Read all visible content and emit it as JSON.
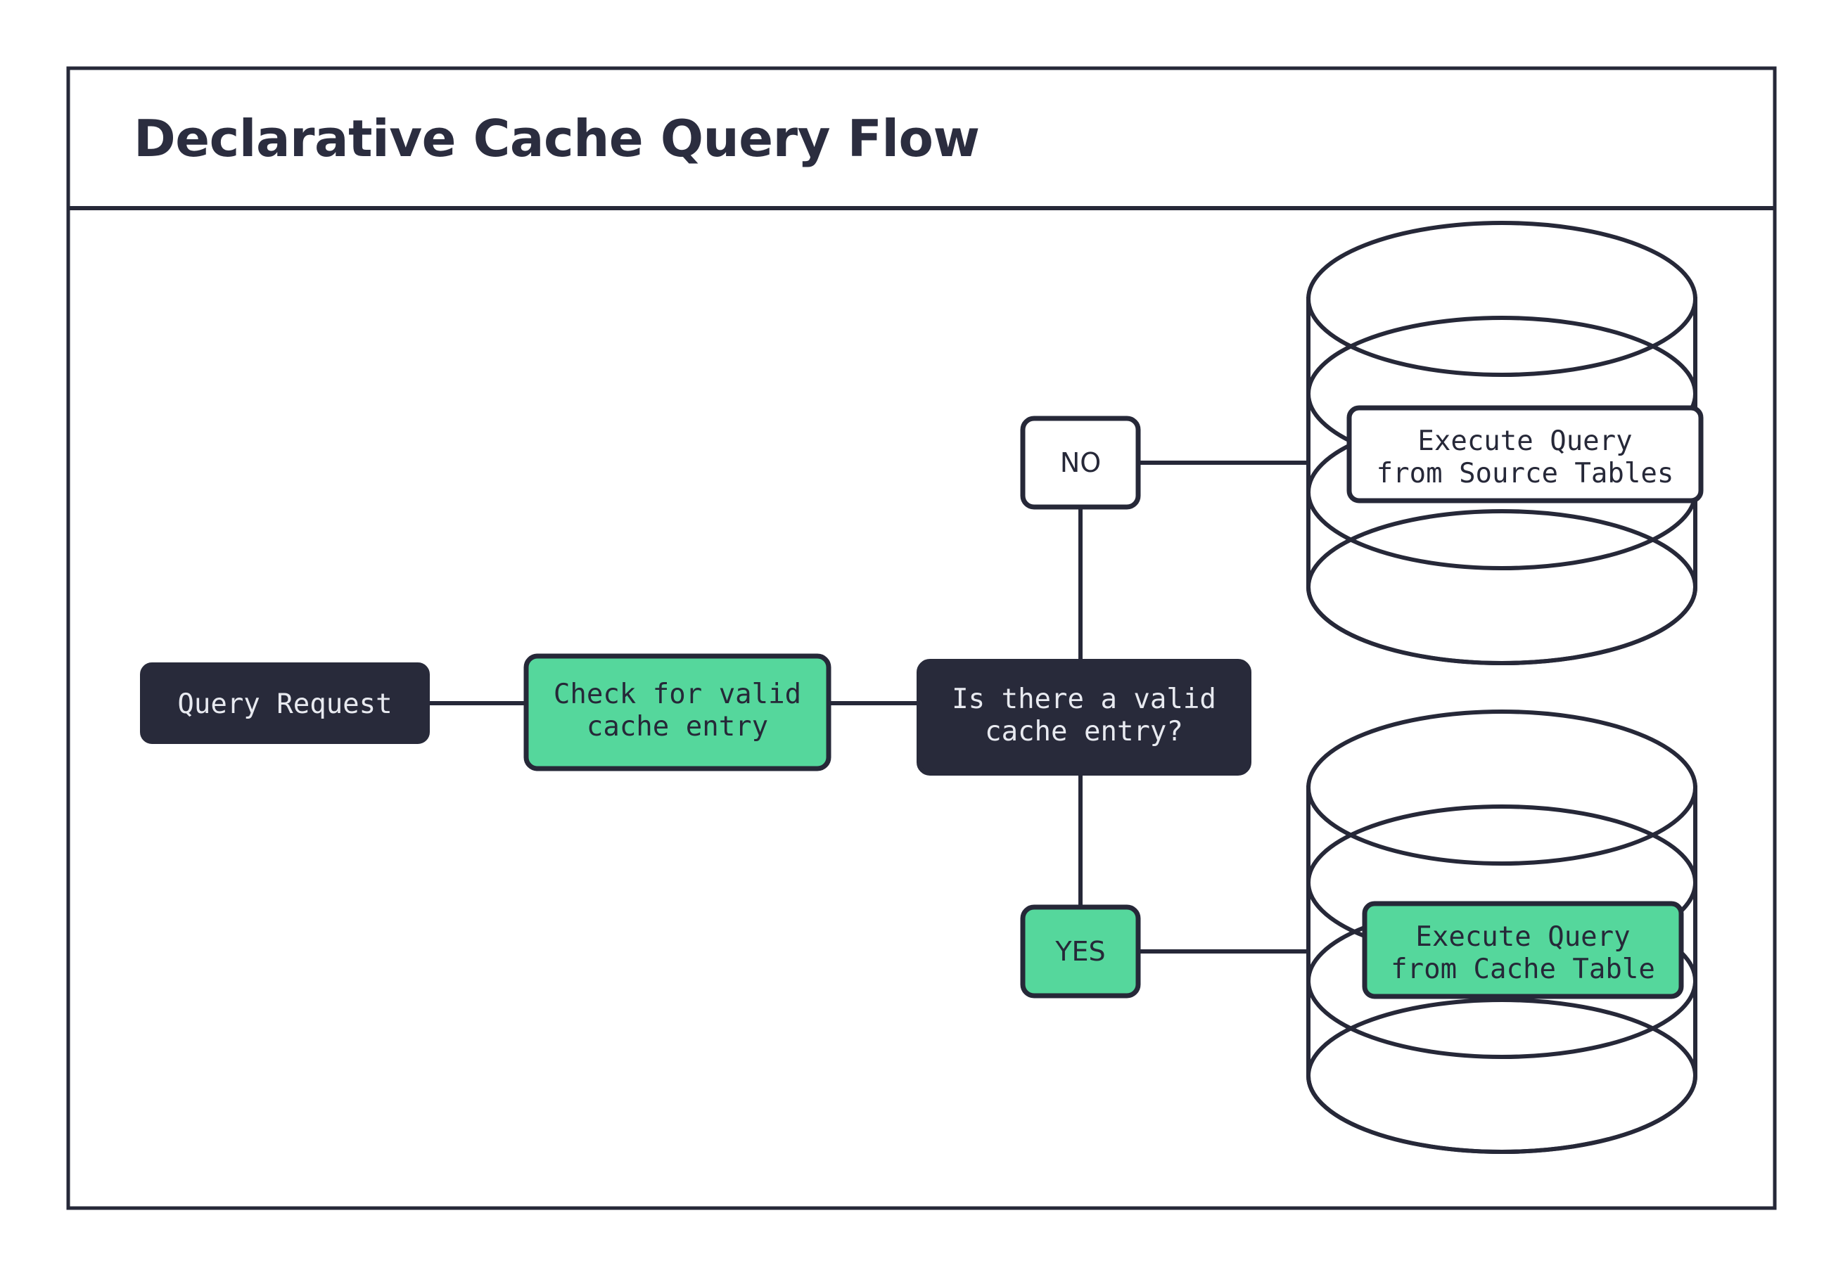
{
  "page": {
    "title": "Declarative Cache Query Flow",
    "background_color": "#ffffff"
  },
  "theme": {
    "dark": "#282a3a",
    "green": "#55d79c",
    "stroke": "#262838",
    "light_text": "#e8eaf0",
    "white": "#ffffff"
  },
  "diagram": {
    "type": "flowchart",
    "orientation": "left-to-right",
    "nodes": [
      {
        "id": "query-request",
        "label": "Query Request",
        "lines": [
          "Query Request"
        ],
        "shape": "rounded-rect",
        "fill": "#282a3a",
        "text_color": "#e8eaf0"
      },
      {
        "id": "check-cache",
        "label": "Check for valid cache entry",
        "lines": [
          "Check for valid",
          "cache entry"
        ],
        "shape": "rounded-rect",
        "fill": "#55d79c",
        "text_color": "#262838"
      },
      {
        "id": "decision",
        "label": "Is there a valid cache entry?",
        "lines": [
          "Is there a valid",
          "cache entry?"
        ],
        "shape": "rounded-rect",
        "fill": "#282a3a",
        "text_color": "#e8eaf0"
      },
      {
        "id": "branch-no",
        "label": "NO",
        "lines": [
          "NO"
        ],
        "shape": "rounded-rect",
        "fill": "#ffffff",
        "text_color": "#262838"
      },
      {
        "id": "branch-yes",
        "label": "YES",
        "lines": [
          "YES"
        ],
        "shape": "rounded-rect",
        "fill": "#55d79c",
        "text_color": "#262838"
      },
      {
        "id": "source-tables",
        "label": "Execute Query from Source Tables",
        "lines": [
          "Execute Query",
          "from Source Tables"
        ],
        "shape": "database-cylinder-label",
        "fill": "#ffffff",
        "text_color": "#262838"
      },
      {
        "id": "cache-table",
        "label": "Execute Query from Cache Table",
        "lines": [
          "Execute Query",
          "from Cache Table"
        ],
        "shape": "database-cylinder-label",
        "fill": "#55d79c",
        "text_color": "#262838"
      }
    ],
    "edges": [
      {
        "from": "query-request",
        "to": "check-cache",
        "label": ""
      },
      {
        "from": "check-cache",
        "to": "decision",
        "label": ""
      },
      {
        "from": "decision",
        "to": "branch-no",
        "label": "NO"
      },
      {
        "from": "decision",
        "to": "branch-yes",
        "label": "YES"
      },
      {
        "from": "branch-no",
        "to": "source-tables",
        "label": ""
      },
      {
        "from": "branch-yes",
        "to": "cache-table",
        "label": ""
      }
    ]
  },
  "labels": {
    "query_request": "Query Request",
    "check_l1": "Check for valid",
    "check_l2": "cache entry",
    "decision_l1": "Is there a valid",
    "decision_l2": "cache entry?",
    "no": "NO",
    "yes": "YES",
    "source_l1": "Execute Query",
    "source_l2": "from Source Tables",
    "cache_l1": "Execute Query",
    "cache_l2": "from Cache Table"
  }
}
